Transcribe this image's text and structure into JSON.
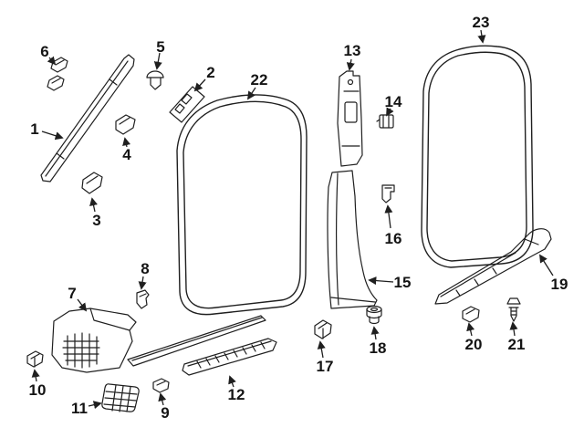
{
  "page": {
    "background_color": "#ffffff",
    "line_color": "#1f1f1f"
  },
  "diagram": {
    "type": "exploded-parts-diagram",
    "callouts": [
      "1",
      "2",
      "3",
      "4",
      "5",
      "6",
      "7",
      "8",
      "9",
      "10",
      "11",
      "12",
      "13",
      "14",
      "15",
      "16",
      "17",
      "18",
      "19",
      "20",
      "21",
      "22",
      "23"
    ]
  }
}
